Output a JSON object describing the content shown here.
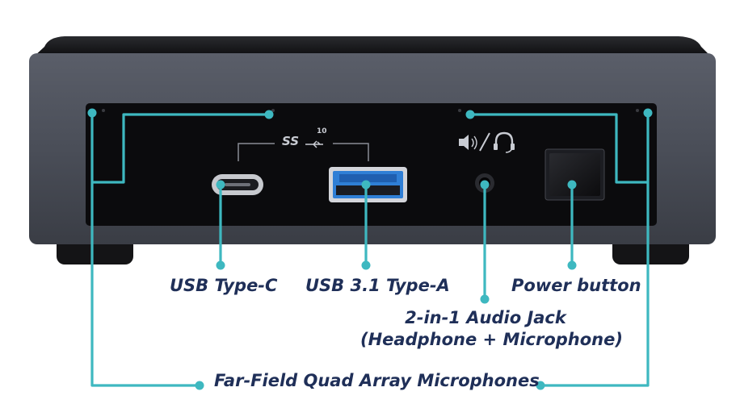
{
  "callouts": {
    "usb_c": "USB Type-C",
    "usb_a": "USB 3.1 Type-A",
    "power": "Power button",
    "audio_line1": "2-in-1 Audio Jack",
    "audio_line2": "(Headphone + Microphone)",
    "mics": "Far-Field Quad Array Microphones"
  },
  "device_markings": {
    "superspeed": "SS",
    "superspeed_gen": "10"
  },
  "colors": {
    "callout_line": "#3eb8c0",
    "label_text": "#1f2f58",
    "chassis": "#4a4e58",
    "front_panel": "#0b0b0d",
    "usb_a_port": "#2f7fd6"
  }
}
